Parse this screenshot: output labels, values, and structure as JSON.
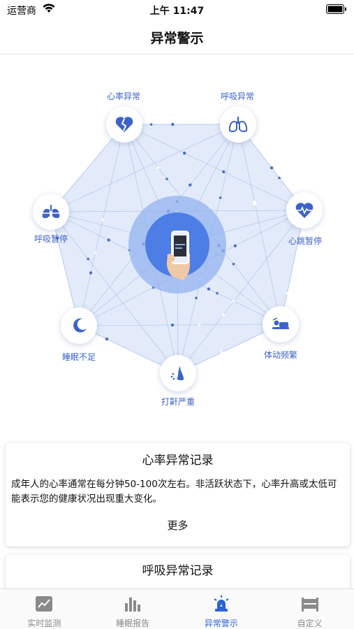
{
  "status_bar": {
    "carrier": "运营商",
    "time": "上午 11:47"
  },
  "nav": {
    "title": "异常警示"
  },
  "graphic": {
    "nodes": [
      {
        "label": "心率异常",
        "icon": "broken-heart-icon"
      },
      {
        "label": "呼吸异常",
        "icon": "lungs-icon"
      },
      {
        "label": "心跳暂停",
        "icon": "heart-pulse-icon"
      },
      {
        "label": "体动频繁",
        "icon": "person-lying-icon"
      },
      {
        "label": "打鼾严重",
        "icon": "snore-icon"
      },
      {
        "label": "睡眠不足",
        "icon": "moon-icon"
      },
      {
        "label": "呼吸暂停",
        "icon": "lungs-pause-icon"
      }
    ],
    "accent_color": "#3d63c9"
  },
  "cards": [
    {
      "title": "心率异常记录",
      "description": "成年人的心率通常在每分钟50-100次左右。非活跃状态下，心率升高或太低可能表示您的健康状况出现重大变化。",
      "more_label": "更多"
    },
    {
      "title": "呼吸异常记录"
    }
  ],
  "tabbar": {
    "tabs": [
      {
        "label": "实时监测",
        "icon": "line-chart-icon",
        "active": false
      },
      {
        "label": "睡眠报告",
        "icon": "bar-chart-icon",
        "active": false
      },
      {
        "label": "异常警示",
        "icon": "alarm-siren-icon",
        "active": true
      },
      {
        "label": "自定义",
        "icon": "bed-icon",
        "active": false
      }
    ],
    "active_color": "#2c63d6",
    "inactive_color": "#8a8a8a"
  }
}
